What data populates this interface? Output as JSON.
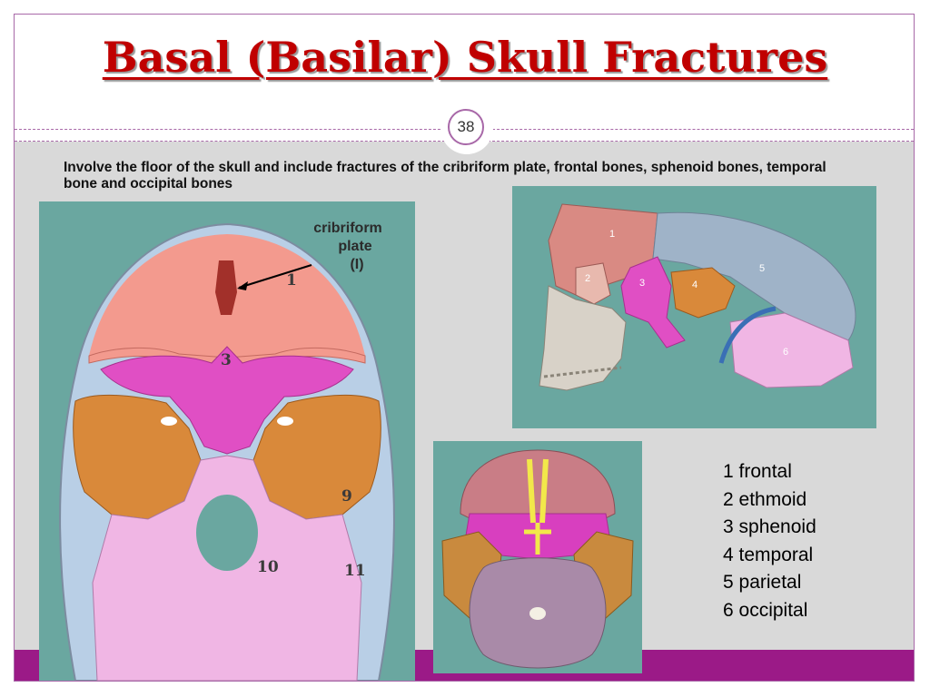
{
  "slide": {
    "title": "Basal  (Basilar)  Skull Fractures",
    "number": "38",
    "intro": "Involve the floor of the skull and include fractures of the cribriform plate, frontal bones, sphenoid bones, temporal bone and occipital bones"
  },
  "figure_skull_base": {
    "callout_line1": "cribriform",
    "callout_line2": "plate",
    "callout_line3": "(I)",
    "labels": [
      "1",
      "3",
      "9",
      "10",
      "11"
    ]
  },
  "figure_lateral": {
    "labels": [
      "1",
      "2",
      "3",
      "4",
      "5",
      "6"
    ]
  },
  "legend": [
    "1 frontal",
    "2 ethmoid",
    "3 sphenoid",
    "4 temporal",
    "5 parietal",
    "6 occipital"
  ],
  "colors": {
    "title": "#c00000",
    "accent_purple": "#9b1a87",
    "panel_teal": "#6aa7a0",
    "frontal": "#f39a8e",
    "sphenoid": "#e04fc4",
    "temporal": "#d9893a",
    "occipital": "#f0b6e4",
    "parietal": "#9fb3c8"
  }
}
